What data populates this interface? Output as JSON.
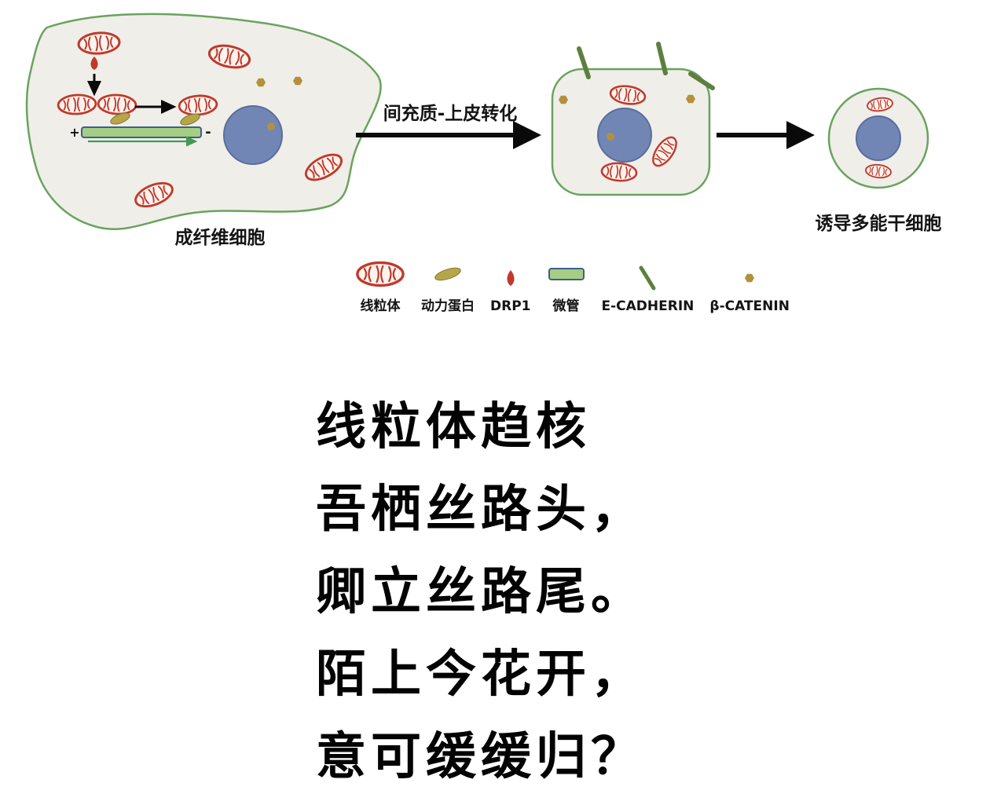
{
  "diagram": {
    "fibroblast_label": "成纤维细胞",
    "transition_label": "间充质-上皮转化",
    "ipsc_label": "诱导多能干细胞",
    "microtubule_plus": "+",
    "microtubule_minus": "-"
  },
  "legend": {
    "items": [
      {
        "name": "mitochondria",
        "label": "线粒体"
      },
      {
        "name": "dynein",
        "label": "动力蛋白"
      },
      {
        "name": "drp1",
        "label": "DRP1"
      },
      {
        "name": "microtubule",
        "label": "微管"
      },
      {
        "name": "e-cadherin",
        "label": "E-CADHERIN"
      },
      {
        "name": "beta-catenin",
        "label": "β-CATENIN"
      }
    ]
  },
  "poem": {
    "lines": [
      "线粒体趋核",
      "吾栖丝路头，",
      "卿立丝路尾。",
      "陌上今花开，",
      "意可缓缓归？"
    ]
  },
  "colors": {
    "mitochondria_red": "#c0392b",
    "nucleus_blue": "#7286b6",
    "cell_fill": "#efeee9",
    "cell_border": "#6aa35e",
    "microtubule_green": "#a6cd84",
    "microtubule_border": "#3e5f8a",
    "dynein_olive": "#b5a647",
    "ecadherin_green": "#5d7f3f",
    "catenin_gold": "#b3913c",
    "arrow_black": "#0a0a0a"
  }
}
